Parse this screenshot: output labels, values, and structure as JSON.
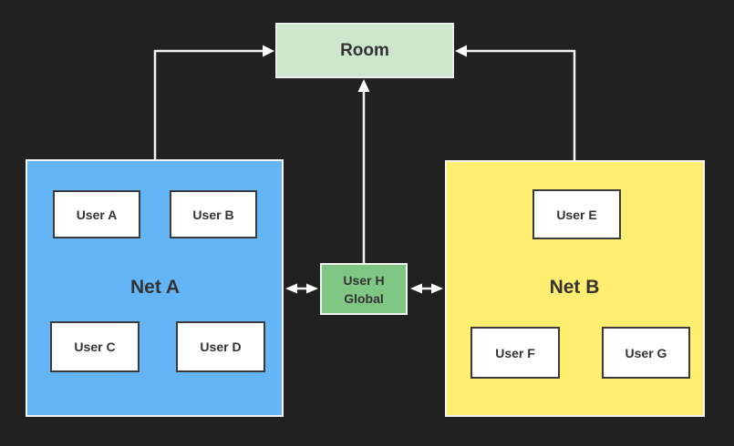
{
  "colors": {
    "background": "#212121",
    "room_fill": "#cde6cd",
    "net_a_fill": "#64b5f6",
    "net_b_fill": "#ffee70",
    "user_h_fill": "#81c784",
    "user_box_fill": "#ffffff",
    "user_box_border": "#3b3b3b",
    "connector": "#f2f2f2",
    "text": "#333333"
  },
  "room": {
    "label": "Room"
  },
  "net_a": {
    "label": "Net A",
    "users": [
      {
        "label": "User A"
      },
      {
        "label": "User B"
      },
      {
        "label": "User C"
      },
      {
        "label": "User D"
      }
    ]
  },
  "net_b": {
    "label": "Net B",
    "users": [
      {
        "label": "User E"
      },
      {
        "label": "User F"
      },
      {
        "label": "User G"
      }
    ]
  },
  "user_h": {
    "label": "User H\nGlobal"
  },
  "connections": [
    {
      "from": "Net A",
      "to": "Room",
      "type": "arrow",
      "arrow_into": "Room"
    },
    {
      "from": "Net B",
      "to": "Room",
      "type": "arrow",
      "arrow_into": "Room"
    },
    {
      "from": "User H Global",
      "to": "Room",
      "type": "arrow",
      "arrow_into": "Room"
    },
    {
      "from": "Net A",
      "to": "User H Global",
      "type": "double-arrow"
    },
    {
      "from": "User H Global",
      "to": "Net B",
      "type": "double-arrow"
    }
  ]
}
